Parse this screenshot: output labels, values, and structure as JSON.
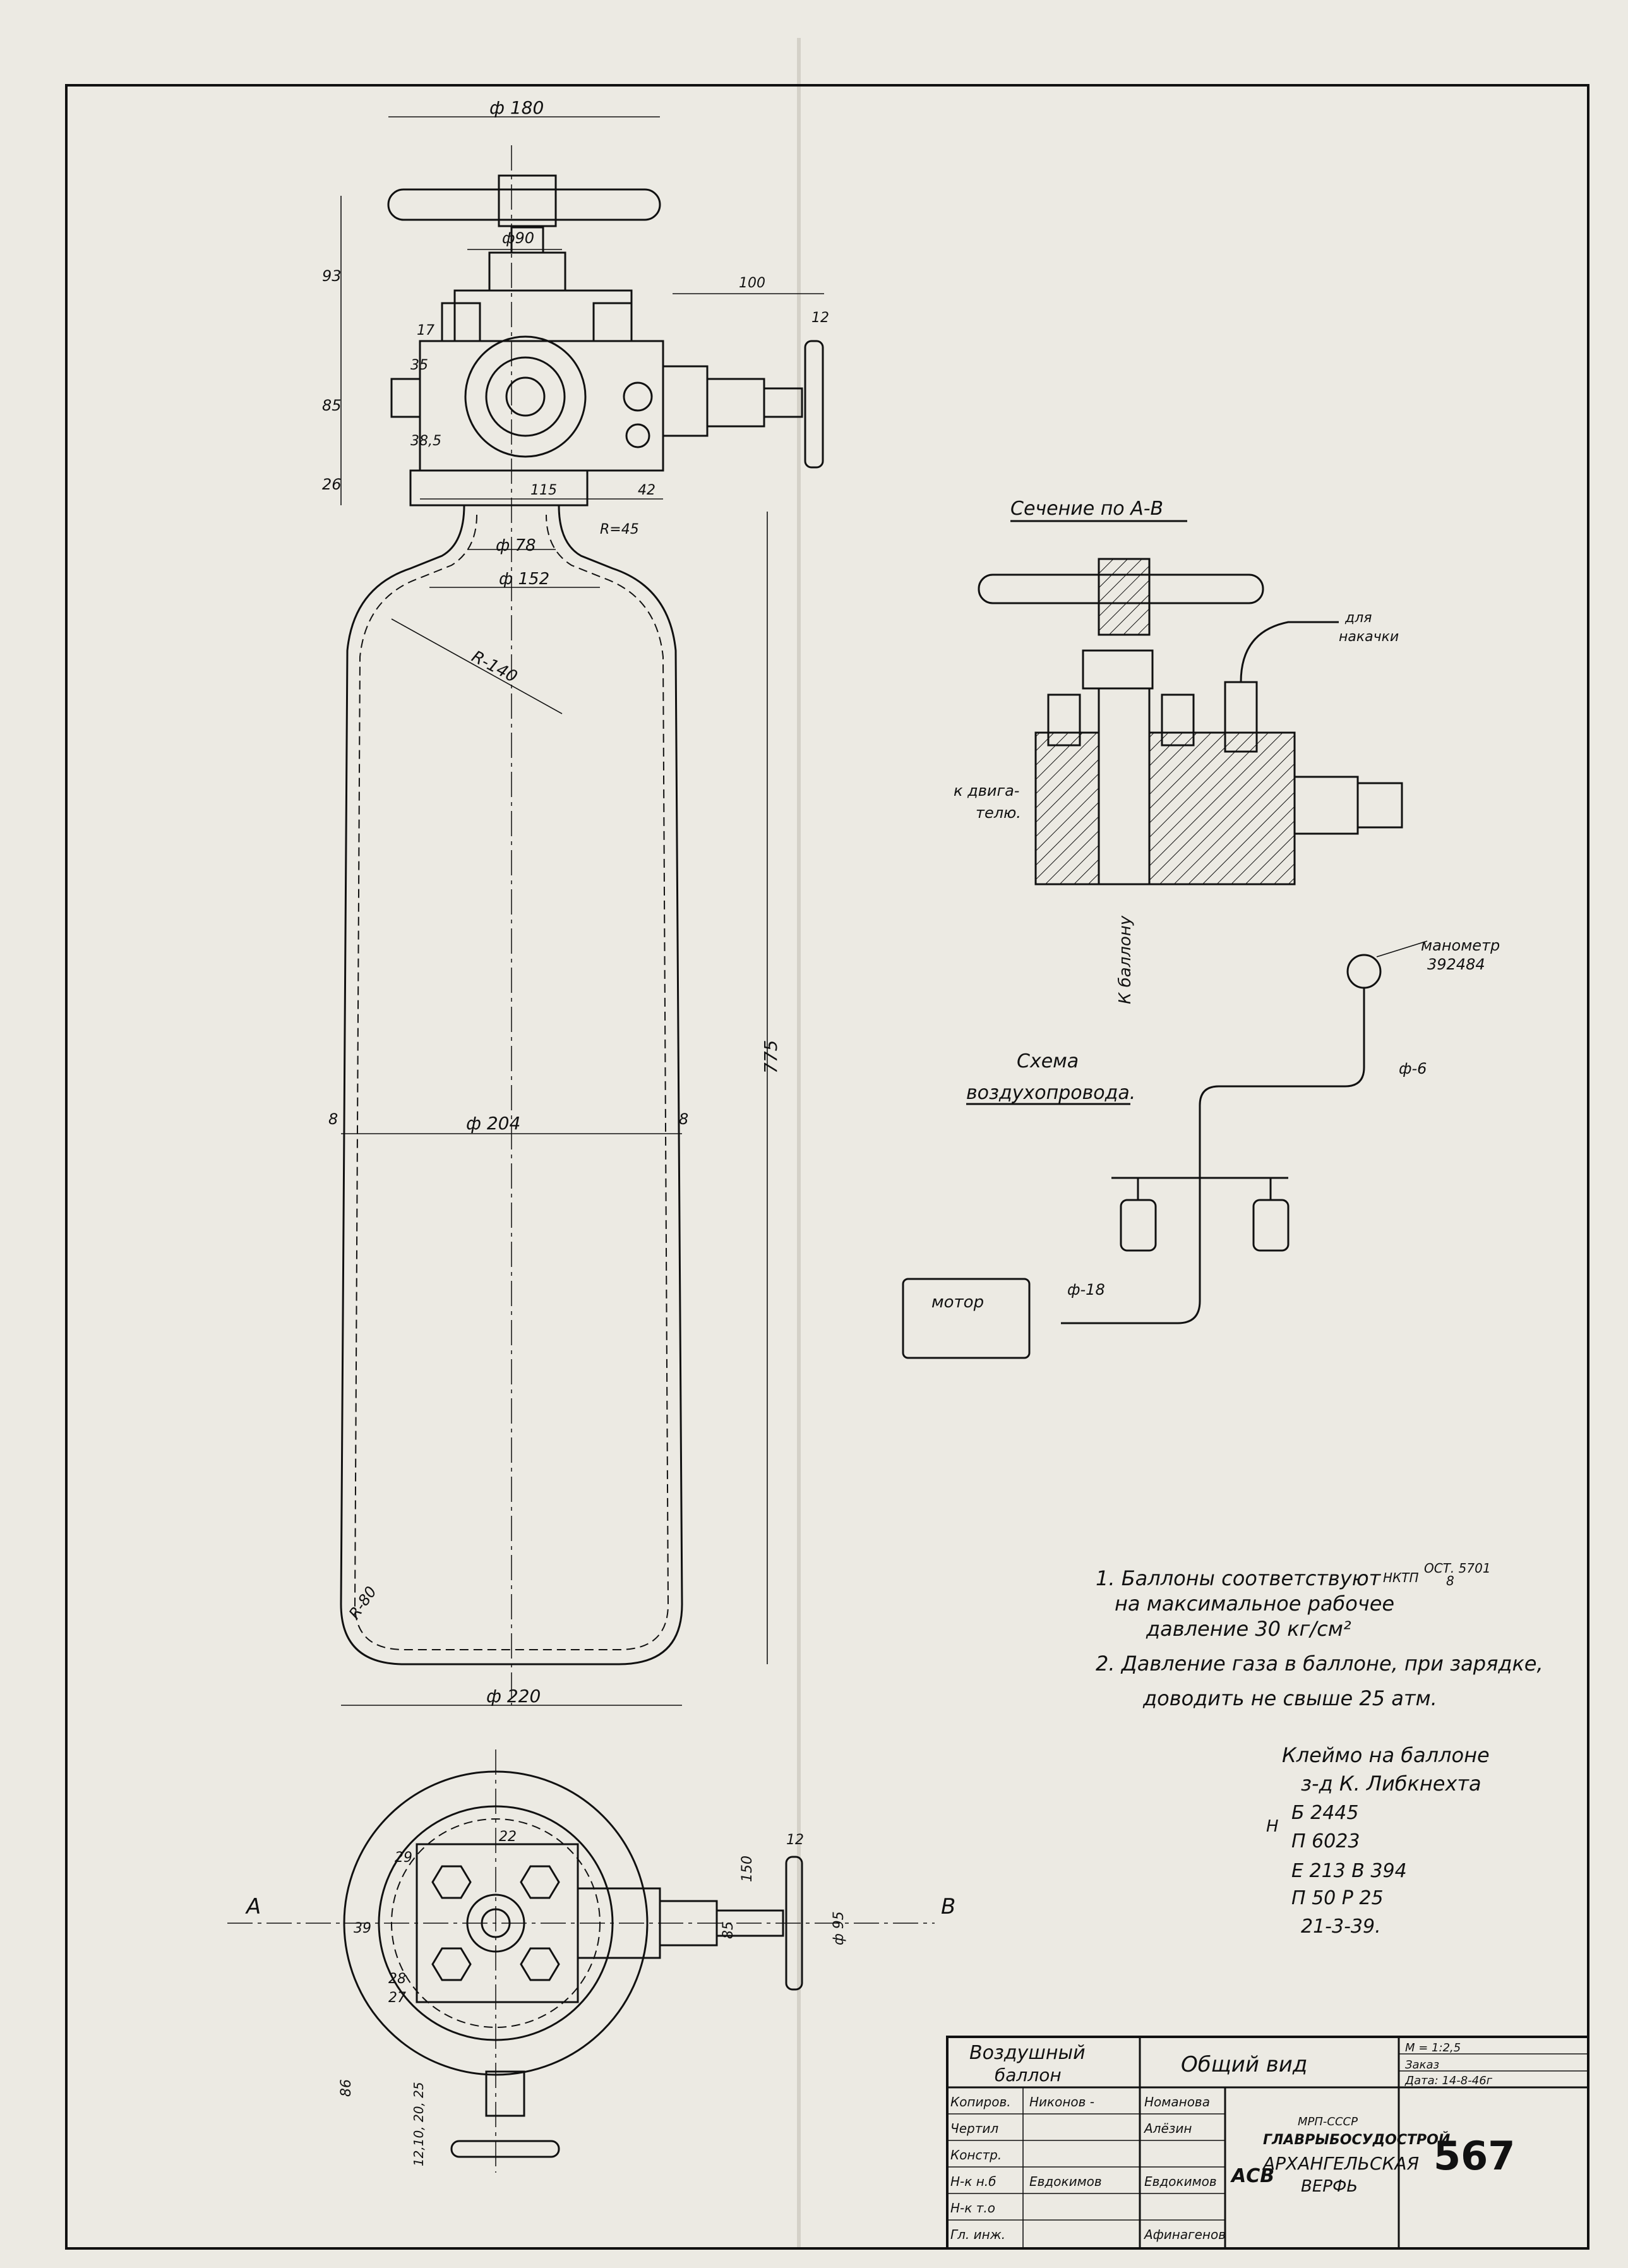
{
  "dimensions": {
    "d180": "ф 180",
    "d90": "ф90",
    "d78": "ф 78",
    "d152": "ф 152",
    "d204": "ф 204",
    "d220": "ф 220",
    "d95": "ф 95",
    "r140": "R-140",
    "r45": "R=45",
    "r80": "R-80",
    "v93": "93",
    "v85": "85",
    "v26": "26",
    "v17": "17",
    "v35": "35",
    "v385": "38,5",
    "v115": "115",
    "v42": "42",
    "v100": "100",
    "v12": "12",
    "v775": "775",
    "v8": "8",
    "v150": "150",
    "v85b": "85",
    "v39": "39",
    "v29": "29",
    "v22": "22",
    "v28": "28",
    "v27": "27",
    "v86": "86",
    "vstack": "12,10, 20, 25",
    "label_a": "А",
    "label_b": "В",
    "handle_ab": "А-В"
  },
  "section": {
    "title": "Сечение по А-В",
    "to_inflate": "для",
    "to_inflate2": "накачки",
    "to_engine": "к двига-",
    "to_engine2": "телю.",
    "to_cylinder": "К баллону"
  },
  "scheme": {
    "title1": "Схема",
    "title2": "воздухопровода.",
    "manometer": "манометр",
    "manometer_no": "392484",
    "pipe6": "ф-6",
    "pipe18": "ф-18",
    "motor": "мотор"
  },
  "notes": {
    "n1a": "1. Баллоны соответствуют",
    "n1frac_top": "ОСТ. 5701",
    "n1frac_left": "НКТП",
    "n1frac_bot": "8",
    "n1b": "на максимальное рабочее",
    "n1c": "давление 30 кг/см²",
    "n2a": "2. Давление газа в баллоне, при зарядке,",
    "n2b": "доводить не свыше 25 атм.",
    "stamp_title": "Клеймо на баллоне",
    "stamp_lines": [
      "з-д К. Либкнехта",
      "Б 2445",
      "П 6023",
      "Е 213 В 394",
      "П 50 Р 25",
      "21-3-39."
    ],
    "stamp_extra": "Н"
  },
  "titleblock": {
    "name1": "Воздушный",
    "name2": "баллон",
    "view": "Общий вид",
    "scale": "М = 1:2,5",
    "order": "Заказ",
    "date": "Дата: 14-8-46г",
    "roles": [
      "Копиров.",
      "Чертил",
      "Констр.",
      "Н-к н.б",
      "Н-к т.о",
      "Гл. инж."
    ],
    "signs": [
      "Никонов -",
      "",
      "",
      "Евдокимов",
      "",
      ""
    ],
    "names": [
      "Номанова",
      "Алёзин",
      "",
      "Евдокимов",
      "",
      "Афинагенов"
    ],
    "org1": "МРП-СССР",
    "org2": "ГЛАВРЫБОСУДОСТРОЙ",
    "org3": "АРХАНГЕЛЬСКАЯ",
    "org4": "ВЕРФЬ",
    "logo": "АСВ",
    "sheet_no": "567"
  }
}
